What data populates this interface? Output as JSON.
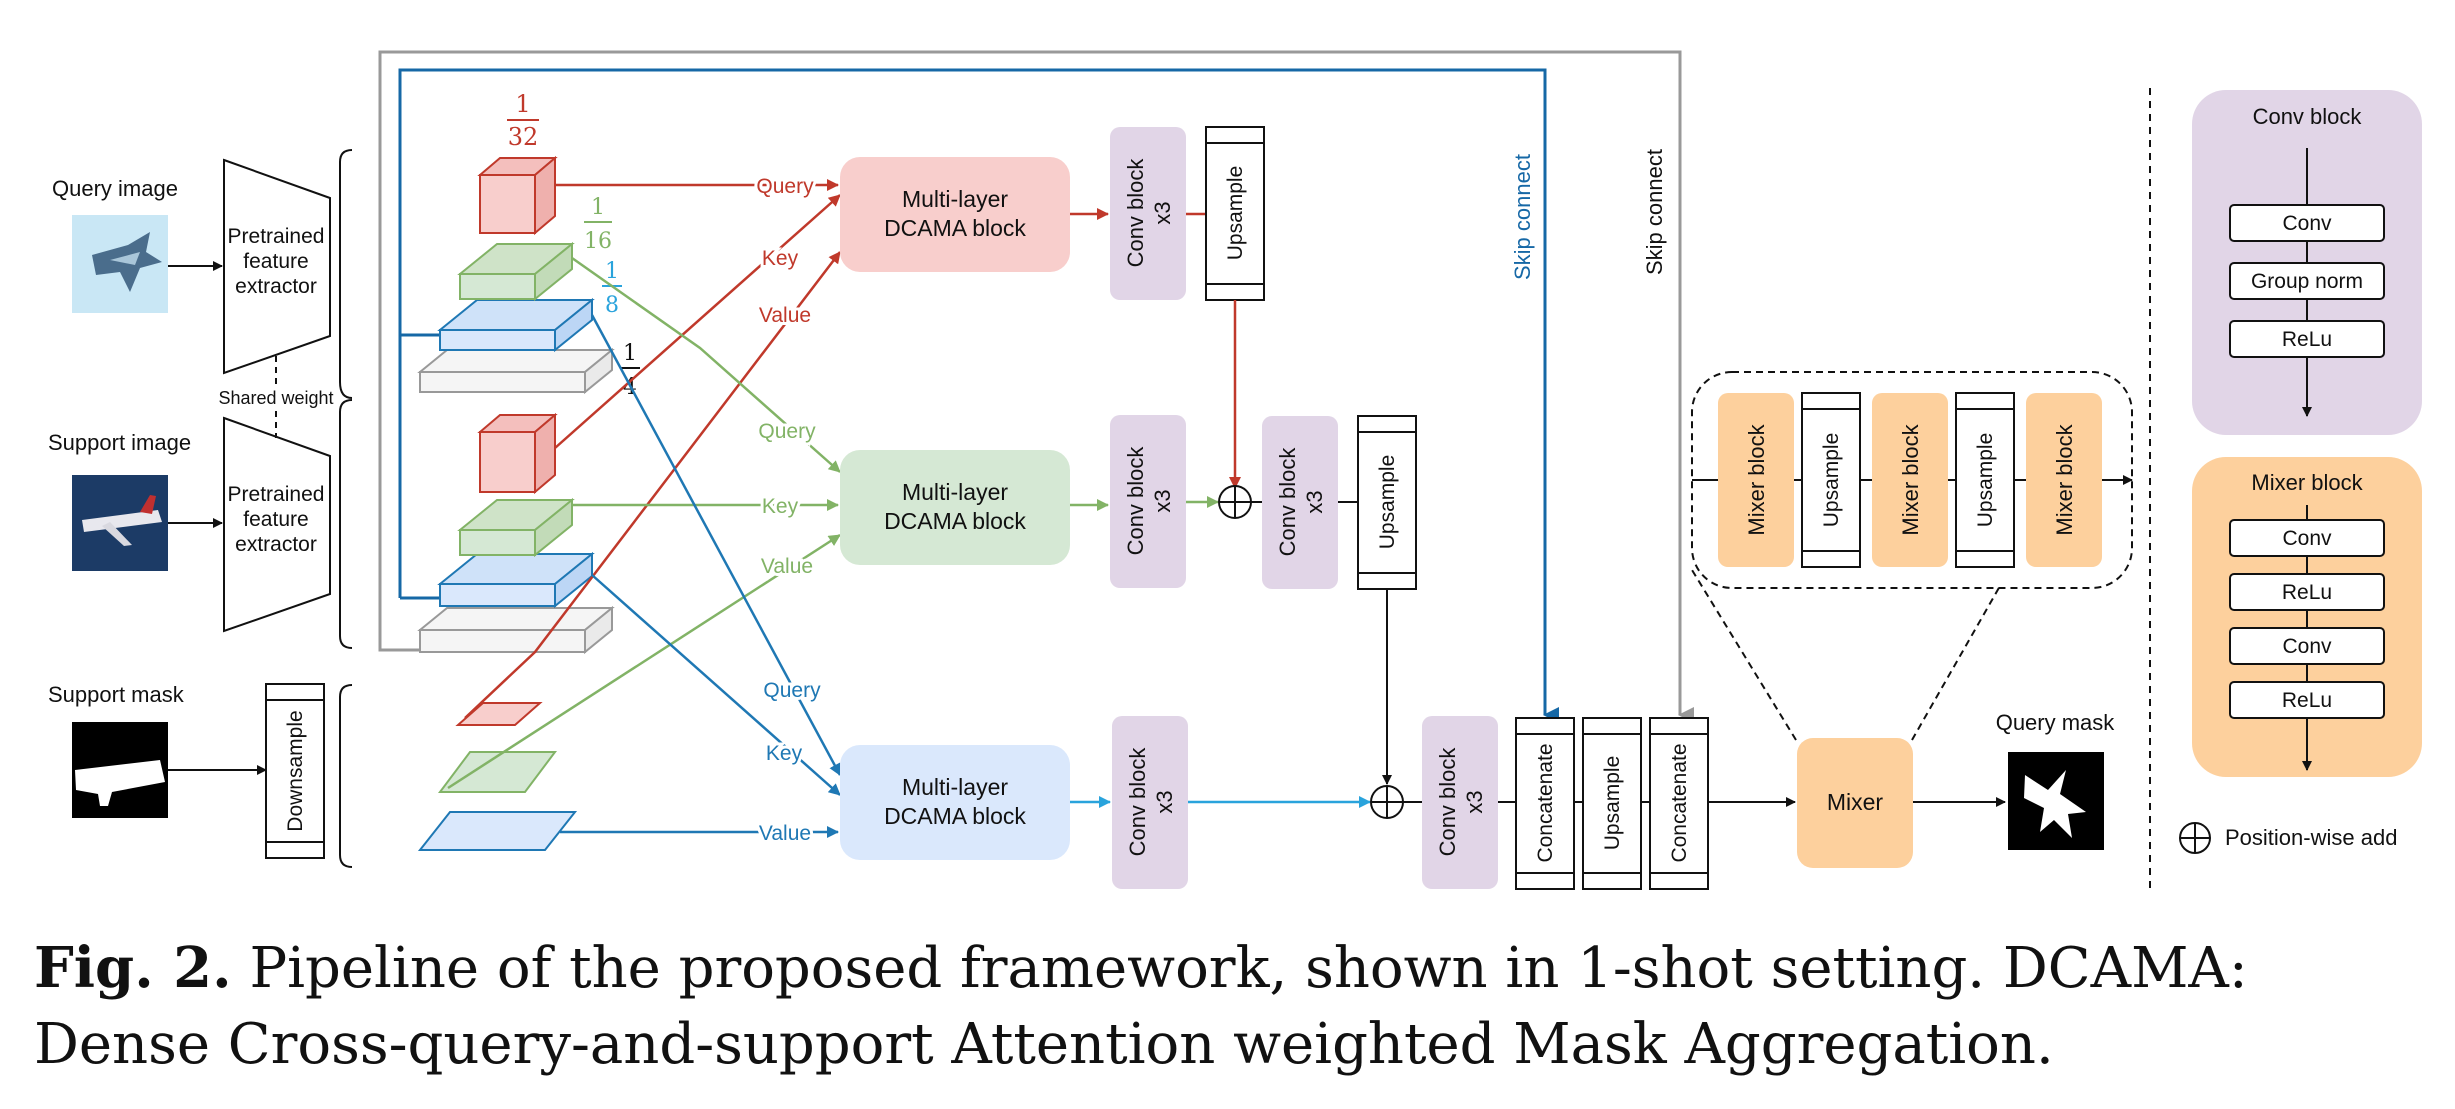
{
  "inputs": {
    "query_image": "Query image",
    "support_image": "Support image",
    "support_mask": "Support mask",
    "shared_weight": "Shared weight",
    "extractor_line1": "Pretrained",
    "extractor_line2": "feature",
    "extractor_line3": "extractor",
    "downsample": "Downsample"
  },
  "scales": {
    "s32_num": "1",
    "s32_den": "32",
    "s16_num": "1",
    "s16_den": "16",
    "s8_num": "1",
    "s8_den": "8",
    "s4_num": "1",
    "s4_den": "4"
  },
  "edge_labels": {
    "query": "Query",
    "key": "Key",
    "value": "Value",
    "skip_connect": "Skip connect"
  },
  "blocks": {
    "dcama_line1": "Multi-layer",
    "dcama_line2": "DCAMA block",
    "conv_block": "Conv block",
    "x3": "x3",
    "upsample": "Upsample",
    "concatenate": "Concatenate",
    "mixer": "Mixer",
    "mixer_block": "Mixer block",
    "query_mask": "Query mask"
  },
  "legend": {
    "conv_block_title": "Conv block",
    "conv_items": [
      "Conv",
      "Group norm",
      "ReLu"
    ],
    "mixer_block_title": "Mixer block",
    "mixer_items": [
      "Conv",
      "ReLu",
      "Conv",
      "ReLu"
    ],
    "position_wise_add": "Position-wise add"
  },
  "caption": {
    "label": "Fig. 2.",
    "text": " Pipeline of the proposed framework, shown in 1-shot setting. DCAMA: Dense Cross-query-and-support Attention weighted Mask Aggregation."
  },
  "colors": {
    "red": "#c0392b",
    "green": "#82b366",
    "blue": "#1f78b4",
    "skip_blue": "#1668a6",
    "gray": "#999999",
    "pink_fill": "#f8cecc",
    "green_fill": "#d5e8d4",
    "blue_fill": "#dae8fc",
    "lavender": "#e1d5e7",
    "orange": "#fdd09d"
  }
}
